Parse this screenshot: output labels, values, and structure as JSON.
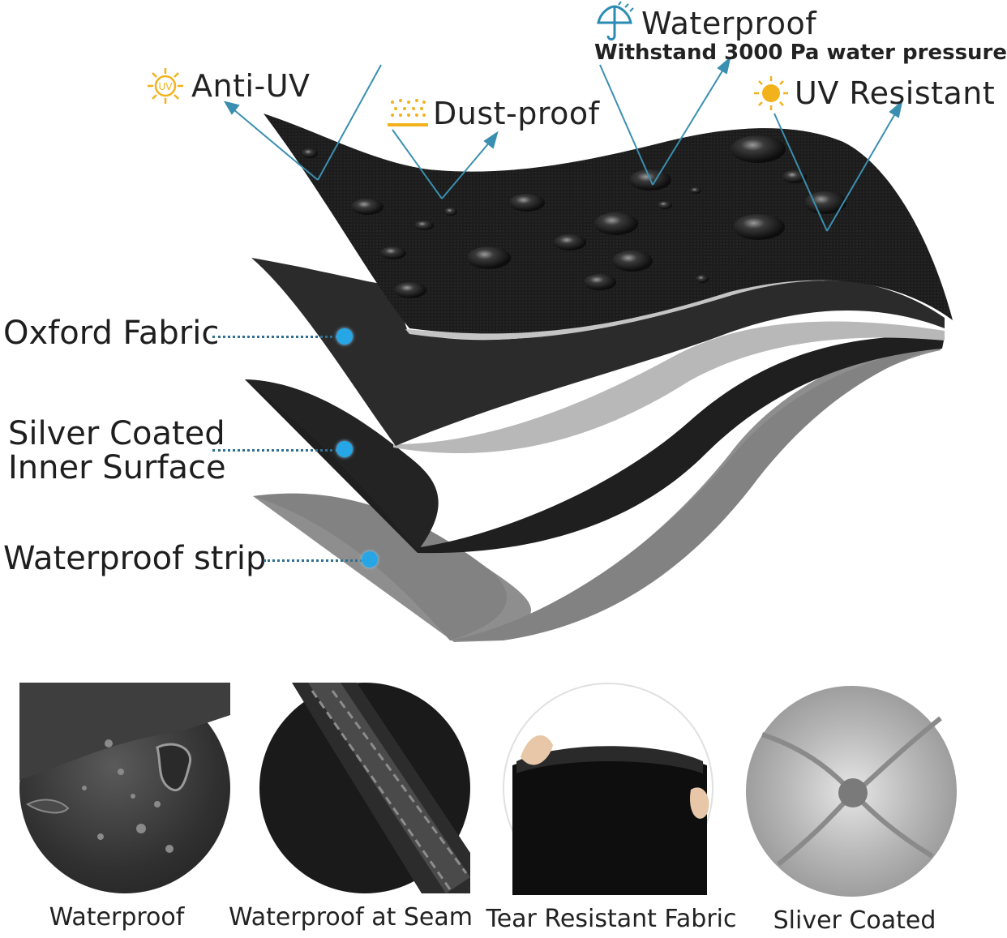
{
  "features": {
    "anti_uv": "Anti-UV",
    "uv_icon_text": "UV",
    "dust_proof": "Dust-proof",
    "waterproof": "Waterproof",
    "waterproof_sub": "Withstand 3000 Pa water pressure",
    "uv_resistant": "UV Resistant"
  },
  "layers": {
    "oxford": "Oxford Fabric",
    "silver_line1": "Silver Coated",
    "silver_line2": "Inner Surface",
    "strip": "Waterproof strip"
  },
  "captions": {
    "waterproof": "Waterproof",
    "seam": "Waterproof at Seam",
    "tear": "Tear Resistant Fabric",
    "silver": "Sliver Coated"
  },
  "colors": {
    "accent_line": "#3a8fb0",
    "dot": "#27a6e6",
    "sun": "#f2b21c"
  }
}
